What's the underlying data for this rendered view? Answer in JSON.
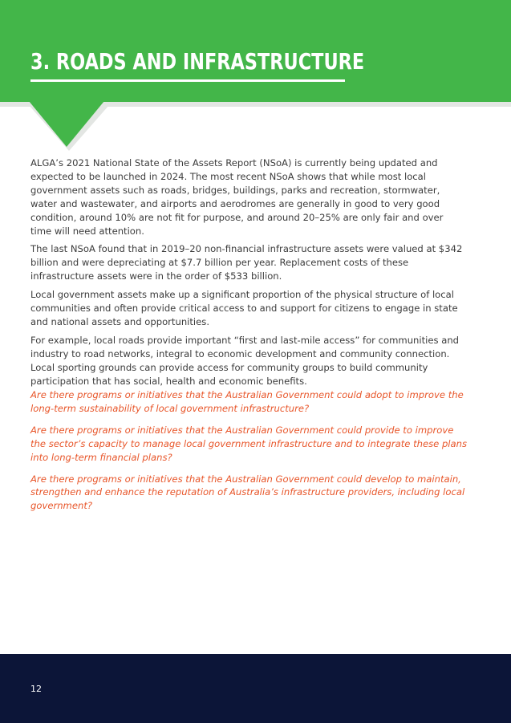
{
  "header": {
    "title": "3.  ROADS AND INFRASTRUCTURE",
    "colors": {
      "band": "#43b649",
      "title": "#ffffff"
    }
  },
  "body": {
    "paragraphs": [
      "ALGA’s 2021 National State of the Assets Report (NSoA) is currently being updated and expected to be launched in 2024. The most recent NSoA shows that while most local government assets such as roads, bridges, buildings, parks and recreation, stormwater, water and wastewater, and airports and aerodromes are generally in good to very good condition, around 10% are not fit for purpose, and around 20–25% are only fair and over time will need attention.",
      "The last NSoA found that in 2019–20 non-financial infrastructure assets were valued at $342 billion and were depreciating at $7.7 billion per year. Replacement costs of these infrastructure assets were in the order of $533 billion.",
      "Local government assets make up a significant proportion of the physical structure of local communities and often provide critical access to and support for citizens to engage in state and national assets and opportunities.",
      "For example, local roads provide important “first and last-mile access” for communities and industry to road networks, integral to economic development and community connection. Local sporting grounds can provide access for community groups to build community participation that has social, health and economic benefits."
    ]
  },
  "questions": {
    "color": "#e8562a",
    "items": [
      "Are there programs or initiatives that the Australian Government could adopt to improve the long-term sustainability of local government infrastructure?",
      "Are there programs or initiatives that the Australian Government could provide to improve the sector’s capacity to manage local government infrastructure and to integrate these plans into long-term financial plans?",
      "Are there programs or initiatives that the Australian Government could develop to maintain, strengthen and enhance the reputation of Australia’s infrastructure providers, including local government?"
    ]
  },
  "footer": {
    "page_number": "12",
    "color": "#0c1538"
  }
}
